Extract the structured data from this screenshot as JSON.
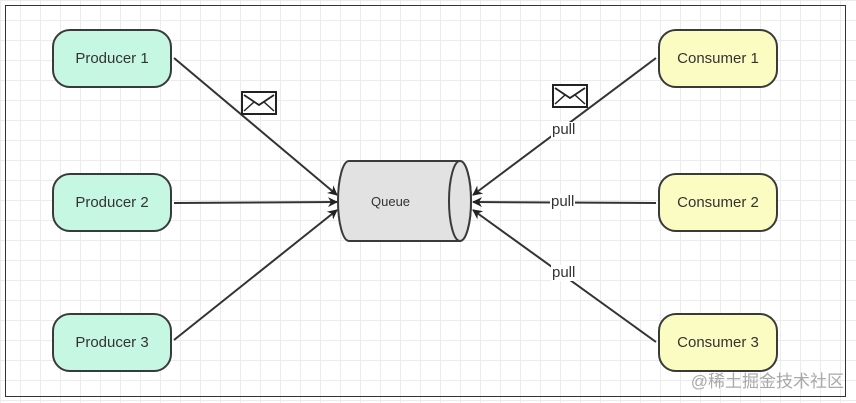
{
  "producers": [
    "Producer 1",
    "Producer 2",
    "Producer 3"
  ],
  "consumers": [
    "Consumer 1",
    "Consumer 2",
    "Consumer 3"
  ],
  "queue": "Queue",
  "edge_labels": [
    "pull",
    "pull",
    "pull"
  ],
  "watermark": "@稀土掘金技术社区",
  "icons": [
    "envelope-icon",
    "envelope-icon"
  ],
  "colors": {
    "producer_fill": "#c6f7e2",
    "consumer_fill": "#fafcc2",
    "queue_fill": "#e2e2e2",
    "stroke": "#333333"
  }
}
